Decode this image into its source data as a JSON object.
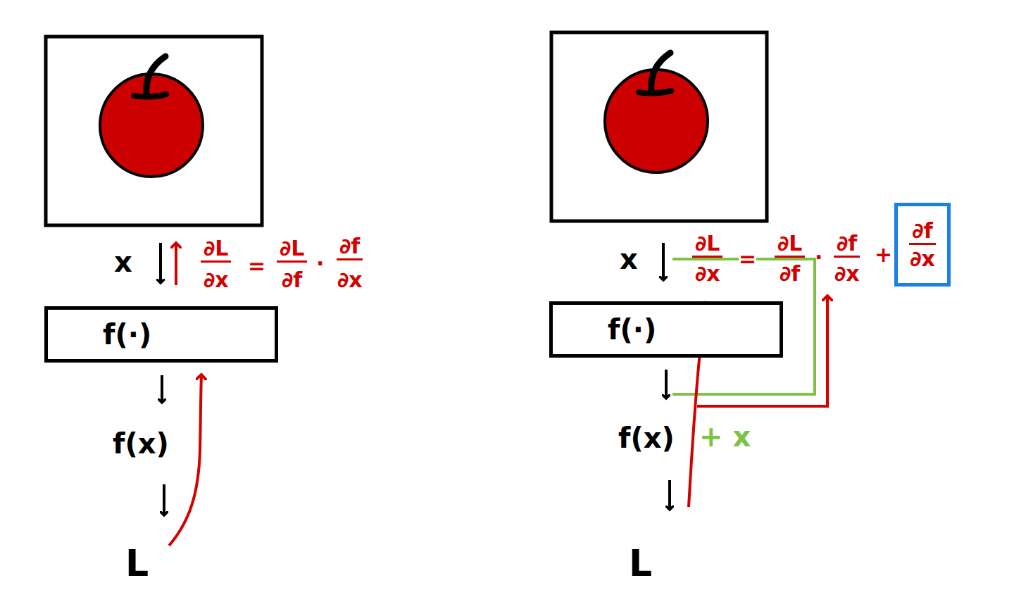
{
  "diagram": {
    "nodes": [
      {
        "text": [
          "f(·)"
        ]
      },
      {
        "text": [
          "f(·)"
        ]
      },
      {
        "text": [
          "∂f",
          "∂x"
        ]
      }
    ],
    "labels": [
      "x",
      "∂L",
      "∂x",
      "=",
      "∂L",
      "∂f",
      "·",
      "∂f",
      "∂x",
      "f(x)",
      "L",
      "x",
      "∂L",
      "∂x",
      "=",
      "∂L",
      "∂f",
      "·",
      "∂f",
      "∂x",
      "+",
      "f(x)",
      "+ x",
      "L"
    ]
  }
}
